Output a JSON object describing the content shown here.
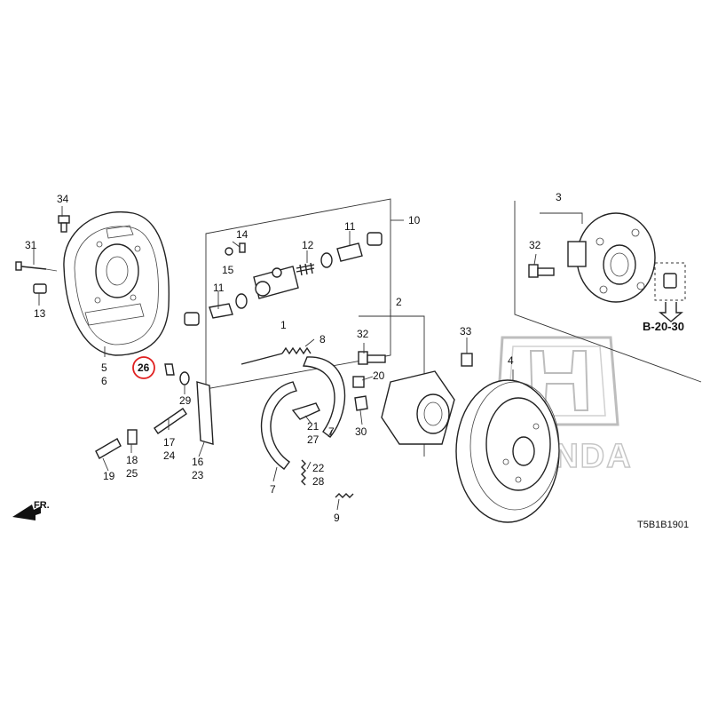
{
  "diagram": {
    "code": "T5B1B1901",
    "direction_label": "FR.",
    "reference": "B-20-30",
    "brand_watermark": "HONDA",
    "highlighted_part": "26"
  },
  "callouts": {
    "c34": "34",
    "c31": "31",
    "c13": "13",
    "c5": "5",
    "c6": "6",
    "c26": "26",
    "c29": "29",
    "c19": "19",
    "c18": "18",
    "c25": "25",
    "c17": "17",
    "c24": "24",
    "c16": "16",
    "c23": "23",
    "c14": "14",
    "c15": "15",
    "c11a": "11",
    "c11b": "11",
    "c12": "12",
    "c1": "1",
    "c10": "10",
    "c8": "8",
    "c7a": "7",
    "c7b": "7",
    "c21": "21",
    "c27": "27",
    "c22": "22",
    "c28": "28",
    "c9": "9",
    "c2": "2",
    "c32a": "32",
    "c20": "20",
    "c30": "30",
    "c33": "33",
    "c3": "3",
    "c32b": "32",
    "c4": "4"
  }
}
